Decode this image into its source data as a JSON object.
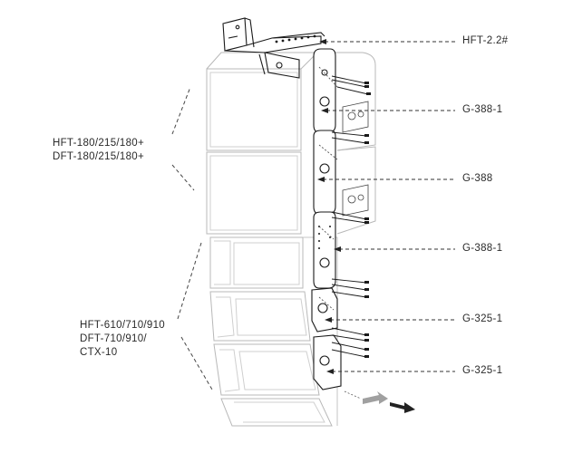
{
  "callouts": [
    {
      "id": "hft-22",
      "text": "HFT-2.2#"
    },
    {
      "id": "g388-1-top",
      "text": "G-388-1"
    },
    {
      "id": "g388",
      "text": "G-388"
    },
    {
      "id": "g388-1-mid",
      "text": "G-388-1"
    },
    {
      "id": "g325-1-a",
      "text": "G-325-1"
    },
    {
      "id": "g325-1-b",
      "text": "G-325-1"
    }
  ],
  "groups": [
    {
      "id": "upper",
      "lines": [
        "HFT-180/215/180+",
        "DFT-180/215/180+"
      ]
    },
    {
      "id": "lower",
      "lines": [
        "HFT-610/710/910",
        "DFT-710/910/",
        "CTX-10"
      ]
    }
  ],
  "colors": {
    "cabinet_stroke": "#b8b8b8",
    "hardware_stroke": "#1a1a1a",
    "leader": "#333333",
    "arrow_gray": "#a0a0a0",
    "arrow_dark": "#222222"
  }
}
